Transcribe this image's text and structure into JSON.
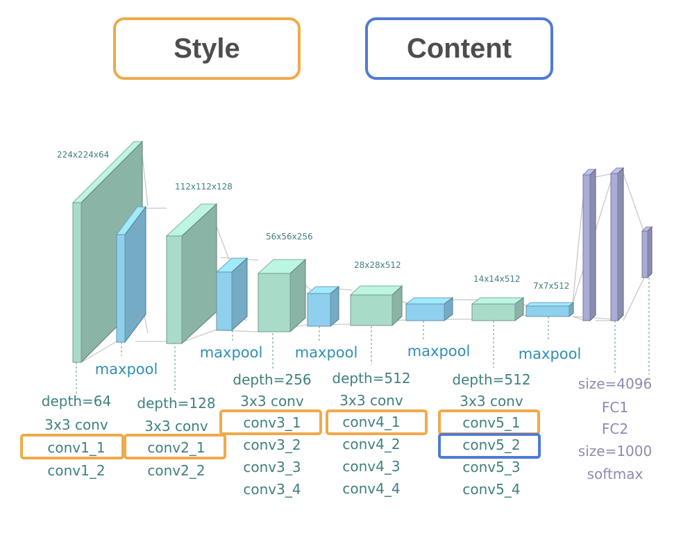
{
  "legend": {
    "style": "Style",
    "content": "Content"
  },
  "colors": {
    "style": "#f0a94b",
    "content": "#4f7ad6",
    "green": "#a8dcc9",
    "blue": "#8fd0ef",
    "fc": "#a9acd6",
    "text": "#3f7f7f"
  },
  "dims": {
    "d1": "224x224x64",
    "d2": "112x112x128",
    "d3": "56x56x256",
    "d4": "28x28x512",
    "d5": "14x14x512",
    "d6": "7x7x512"
  },
  "pool_label": "maxpool",
  "blocks": {
    "b1": {
      "depth": "depth=64",
      "kernel": "3x3 conv",
      "layers": [
        "conv1_1",
        "conv1_2"
      ]
    },
    "b2": {
      "depth": "depth=128",
      "kernel": "3x3 conv",
      "layers": [
        "conv2_1",
        "conv2_2"
      ]
    },
    "b3": {
      "depth": "depth=256",
      "kernel": "3x3 conv",
      "layers": [
        "conv3_1",
        "conv3_2",
        "conv3_3",
        "conv3_4"
      ]
    },
    "b4": {
      "depth": "depth=512",
      "kernel": "3x3 conv",
      "layers": [
        "conv4_1",
        "conv4_2",
        "conv4_3",
        "conv4_4"
      ]
    },
    "b5": {
      "depth": "depth=512",
      "kernel": "3x3 conv",
      "layers": [
        "conv5_1",
        "conv5_2",
        "conv5_3",
        "conv5_4"
      ]
    }
  },
  "fc": {
    "size1": "size=4096",
    "fc1": "FC1",
    "fc2": "FC2",
    "size2": "size=1000",
    "softmax": "softmax"
  }
}
